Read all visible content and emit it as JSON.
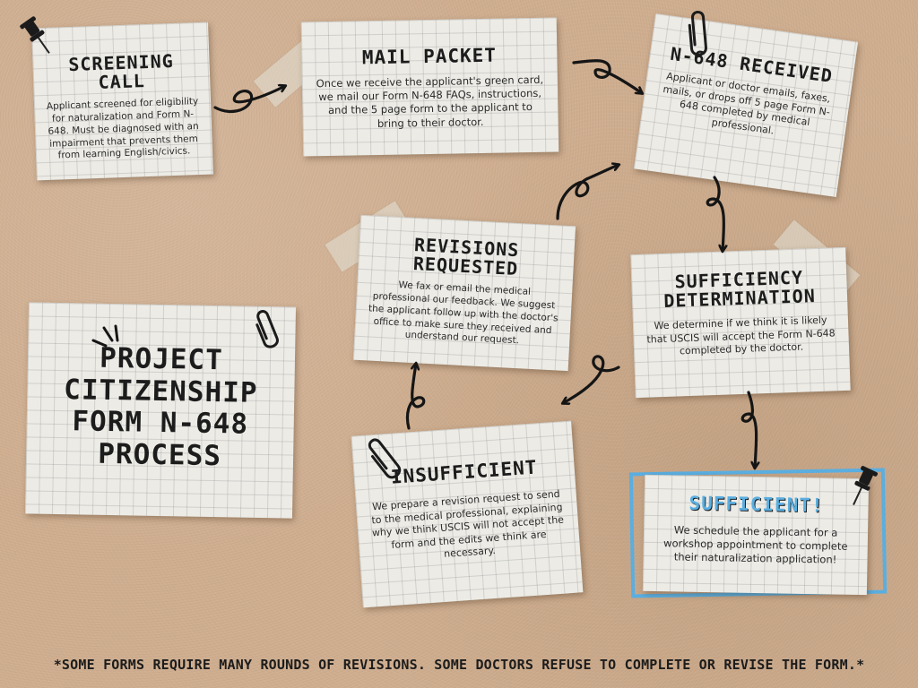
{
  "title_card": {
    "lines": [
      "PROJECT",
      "CITIZENSHIP",
      "FORM N-648",
      "PROCESS"
    ]
  },
  "steps": {
    "screening_call": {
      "heading": "SCREENING CALL",
      "body": "Applicant screened for eligibility for naturalization and Form N-648. Must be diagnosed with an impairment that prevents them from learning English/civics."
    },
    "mail_packet": {
      "heading": "MAIL PACKET",
      "body": "Once we receive the applicant's green card, we mail our Form N-648 FAQs, instructions, and the 5 page form to the applicant to bring to their doctor."
    },
    "n648_received": {
      "heading": "N-648 RECEIVED",
      "body": "Applicant or doctor emails, faxes, mails, or drops off 5 page Form N-648 completed by medical professional."
    },
    "sufficiency_determination": {
      "heading": "SUFFICIENCY DETERMINATION",
      "body": "We determine if we think it is likely that USCIS will accept the Form N-648 completed by the doctor."
    },
    "revisions_requested": {
      "heading": "REVISIONS REQUESTED",
      "body": "We fax or email the medical professional our feedback. We suggest the applicant follow up with the doctor's office to make sure they received and understand our request."
    },
    "insufficient": {
      "heading": "INSUFFICIENT",
      "body": "We prepare a revision request to send to the medical professional, explaining why we think USCIS will not accept the form and the edits we think are necessary."
    },
    "sufficient": {
      "heading": "SUFFICIENT!",
      "body": "We schedule the applicant for a workshop appointment to complete their naturalization application!"
    }
  },
  "footnote": "*SOME FORMS REQUIRE MANY ROUNDS OF REVISIONS. SOME DOCTORS REFUSE TO COMPLETE OR REVISE THE FORM.*",
  "colors": {
    "background": "#cfae90",
    "paper": "#ecebe6",
    "ink": "#1c1c1c",
    "highlight": "#5aaee0"
  },
  "icons": [
    "push-pin-icon",
    "paper-clip-icon",
    "tape-strip",
    "curly-arrow-icon",
    "spark-lines-icon"
  ]
}
